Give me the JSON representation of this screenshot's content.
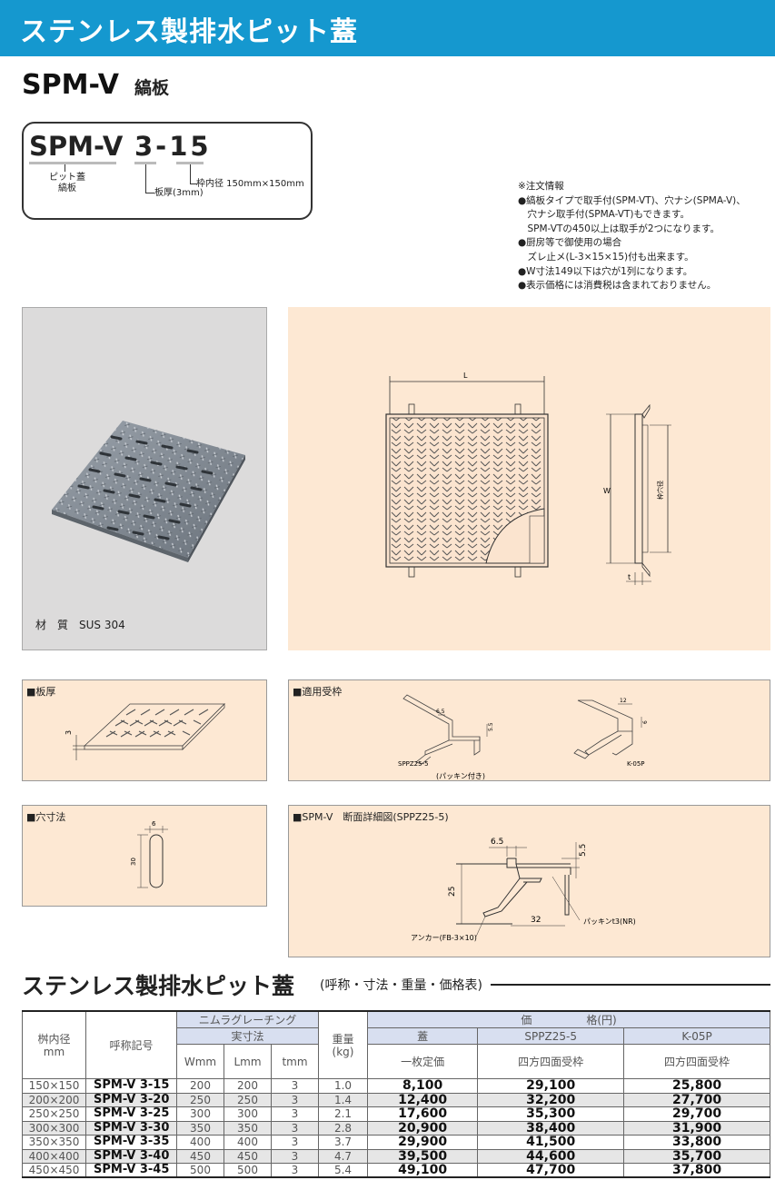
{
  "header": {
    "title": "ステンレス製排水ピット蓋"
  },
  "model": {
    "name": "SPM-V",
    "type": "縞板"
  },
  "code": {
    "prefix": "SPM-V",
    "size": "3-15",
    "label_prefix_1": "ピット蓋",
    "label_prefix_2": "縞板",
    "label_size": "枠内径 150mm×150mm",
    "label_thickness": "板厚(3mm)"
  },
  "notes": [
    "※注文情報",
    "●縞板タイプで取手付(SPM-VT)、穴ナシ(SPMA-V)、",
    "　穴ナシ取手付(SPMA-VT)もできます。",
    "　SPM-VTの450以上は取手が2つになります。",
    "●厨房等で御使用の場合",
    "　ズレ止メ(L-3×15×15)付も出来ます。",
    "●W寸法149以下は穴が1列になります。",
    "●表示価格には消費税は含まれておりません。"
  ],
  "photo": {
    "material": "材　質　SUS 304"
  },
  "drawing": {
    "dim_L": "L",
    "dim_W": "W",
    "dim_t": "t",
    "dim_inner": "枠穴径"
  },
  "panels": {
    "thickness": {
      "title": "■板厚",
      "dim": "3"
    },
    "frame": {
      "title": "■適用受枠",
      "left_label_1": "SPPZ25-5",
      "left_label_2": "(パッキン付き)",
      "right_label": "K-05P",
      "dim_a": "6.5",
      "dim_b": "5.5",
      "dim_c": "12",
      "dim_d": "6"
    },
    "hole": {
      "title": "■穴寸法",
      "dim_w": "6",
      "dim_h": "30"
    },
    "section": {
      "title": "■SPM-V　断面詳細図(SPPZ25-5)",
      "dim_a": "6.5",
      "dim_b": "5.5",
      "dim_h": "25",
      "dim_w": "32",
      "label_packing": "パッキンt3(NR)",
      "label_anchor": "アンカー(FB-3×10)"
    }
  },
  "table_section": {
    "title": "ステンレス製排水ピット蓋",
    "subtitle": "(呼称・寸法・重量・価格表)"
  },
  "table": {
    "h_inner": "桝内径",
    "h_inner_unit": "mm",
    "h_code": "呼称記号",
    "h_grating": "ニムラグレーチング",
    "h_actual": "実寸法",
    "h_w": "Wmm",
    "h_l": "Lmm",
    "h_t": "tmm",
    "h_weight": "重量",
    "h_weight_unit": "(kg)",
    "h_price": "価　　　　　格(円)",
    "h_lid": "蓋",
    "h_sppz": "SPPZ25-5",
    "h_k05p": "K-05P",
    "h_lid_sub": "一枚定価",
    "h_sppz_sub": "四方四面受枠",
    "h_k05p_sub": "四方四面受枠",
    "rows": [
      [
        "150×150",
        "SPM-V 3-15",
        "200",
        "200",
        "3",
        "1.0",
        "8,100",
        "29,100",
        "25,800"
      ],
      [
        "200×200",
        "SPM-V 3-20",
        "250",
        "250",
        "3",
        "1.4",
        "12,400",
        "32,200",
        "27,700"
      ],
      [
        "250×250",
        "SPM-V 3-25",
        "300",
        "300",
        "3",
        "2.1",
        "17,600",
        "35,300",
        "29,700"
      ],
      [
        "300×300",
        "SPM-V 3-30",
        "350",
        "350",
        "3",
        "2.8",
        "20,900",
        "38,400",
        "31,900"
      ],
      [
        "350×350",
        "SPM-V 3-35",
        "400",
        "400",
        "3",
        "3.7",
        "29,900",
        "41,500",
        "33,800"
      ],
      [
        "400×400",
        "SPM-V 3-40",
        "450",
        "450",
        "3",
        "4.7",
        "39,500",
        "44,600",
        "35,700"
      ],
      [
        "450×450",
        "SPM-V 3-45",
        "500",
        "500",
        "3",
        "5.4",
        "49,100",
        "47,700",
        "37,800"
      ]
    ]
  }
}
